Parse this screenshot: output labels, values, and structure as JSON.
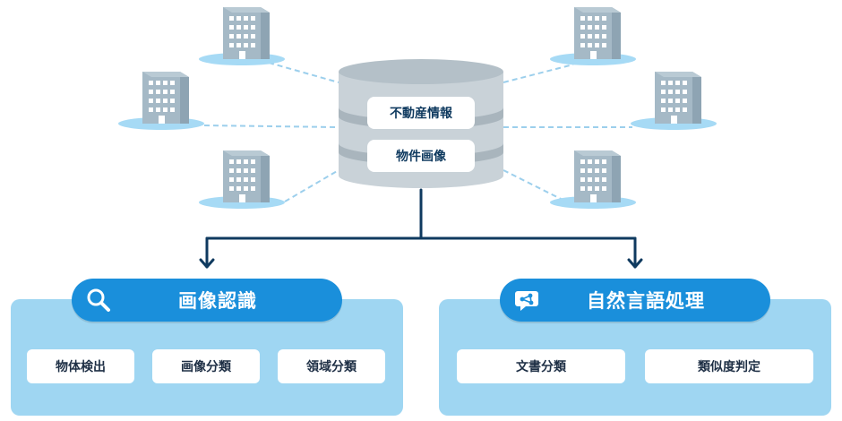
{
  "database": {
    "labels": [
      "不動産情報",
      "物件画像"
    ]
  },
  "sections": [
    {
      "title": "画像認識",
      "icon": "magnifier-icon",
      "items": [
        "物体検出",
        "画像分類",
        "領域分類"
      ]
    },
    {
      "title": "自然言語処理",
      "icon": "network-bubble-icon",
      "items": [
        "文書分類",
        "類似度判定"
      ]
    }
  ],
  "colors": {
    "panel": "#9fd6f2",
    "pill": "#1a8fdb",
    "line": "#0f3a5f",
    "building": "#a5b9c6",
    "building_shadow": "#8ea4b3",
    "ground": "#a6daf5",
    "db_body": "#c9d2d8",
    "db_band": "#a9b5bd",
    "dashed": "#9ccfec"
  }
}
